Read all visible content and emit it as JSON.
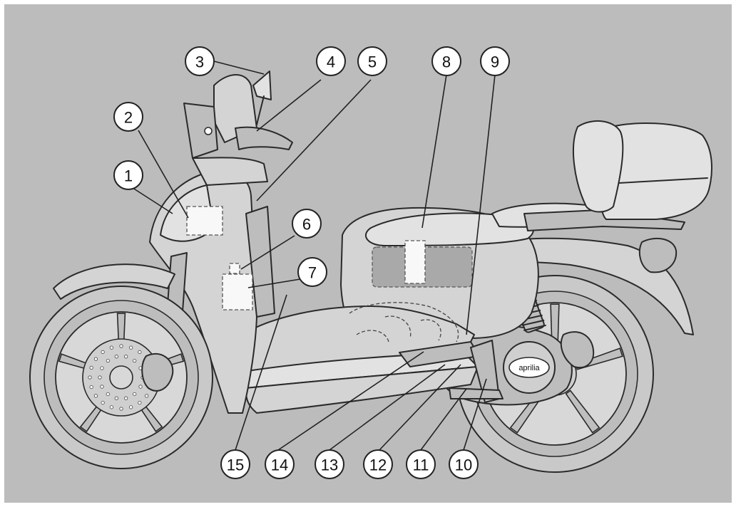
{
  "diagram": {
    "background_color": "#bcbcbc",
    "frame_color": "#ffffff",
    "brand_badge": "aprilia",
    "callouts": [
      {
        "id": "1",
        "label": "1"
      },
      {
        "id": "2",
        "label": "2"
      },
      {
        "id": "3",
        "label": "3"
      },
      {
        "id": "4",
        "label": "4"
      },
      {
        "id": "5",
        "label": "5"
      },
      {
        "id": "6",
        "label": "6"
      },
      {
        "id": "7",
        "label": "7"
      },
      {
        "id": "8",
        "label": "8"
      },
      {
        "id": "9",
        "label": "9"
      },
      {
        "id": "10",
        "label": "10"
      },
      {
        "id": "11",
        "label": "11"
      },
      {
        "id": "12",
        "label": "12"
      },
      {
        "id": "13",
        "label": "13"
      },
      {
        "id": "14",
        "label": "14"
      },
      {
        "id": "15",
        "label": "15"
      }
    ]
  }
}
